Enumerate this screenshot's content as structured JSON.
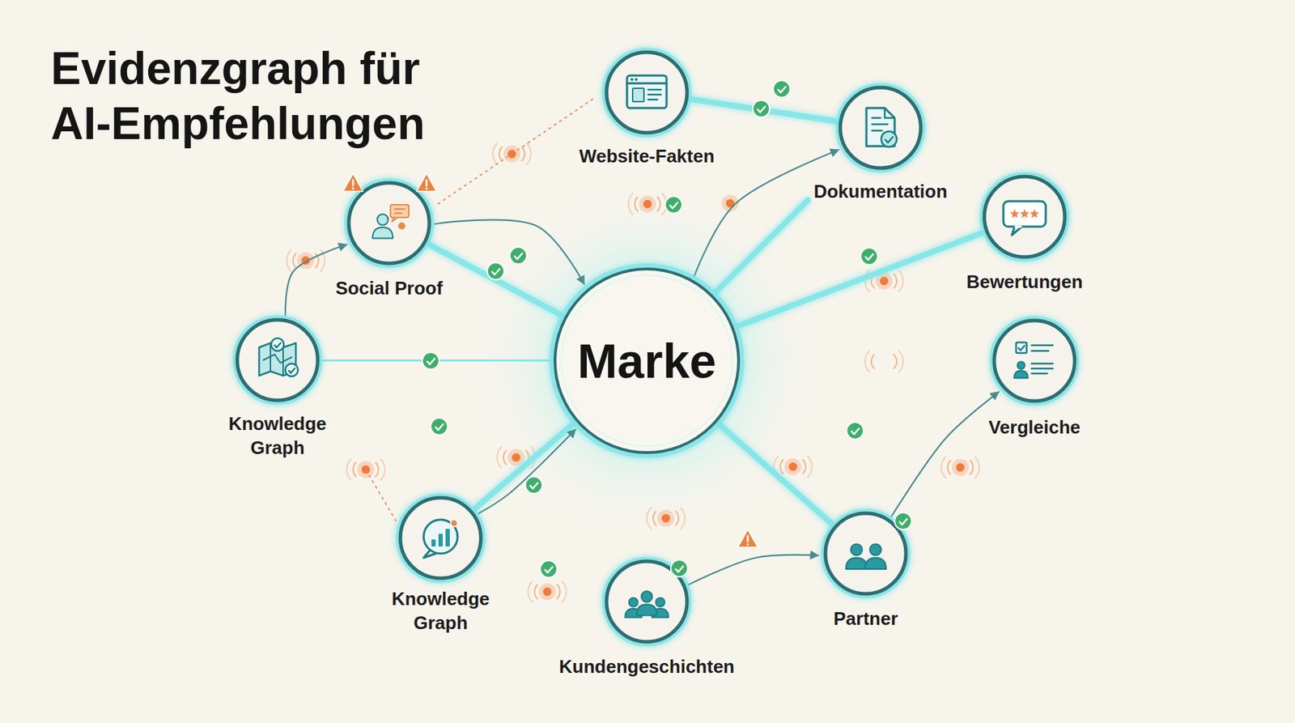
{
  "diagram": {
    "title": "Evidenzgraph für AI-Empfehlungen",
    "nodes": [
      {
        "text": [
          "Marke"
        ]
      },
      {
        "text": [
          "Website-Fakten"
        ]
      },
      {
        "text": [
          "Dokumentation"
        ]
      },
      {
        "text": [
          "Social Proof"
        ]
      },
      {
        "text": [
          "Bewertungen"
        ]
      },
      {
        "text": [
          "Knowledge Graph"
        ]
      },
      {
        "text": [
          "Vergleiche"
        ]
      },
      {
        "text": [
          "Knowledge Graph"
        ]
      },
      {
        "text": [
          "Partner"
        ]
      },
      {
        "text": [
          "Kundengeschichten"
        ]
      }
    ],
    "edges": [
      {
        "from": 0,
        "to": 1,
        "arrow": "none"
      },
      {
        "from": 0,
        "to": 2,
        "arrow": "none"
      },
      {
        "from": 0,
        "to": 3,
        "arrow": "none"
      },
      {
        "from": 0,
        "to": 4,
        "arrow": "none"
      },
      {
        "from": 0,
        "to": 5,
        "arrow": "none"
      },
      {
        "from": 0,
        "to": 6,
        "arrow": "none"
      },
      {
        "from": 0,
        "to": 7,
        "arrow": "none"
      },
      {
        "from": 0,
        "to": 8,
        "arrow": "none"
      },
      {
        "from": 0,
        "to": 9,
        "arrow": "none"
      },
      {
        "from": 1,
        "to": 2,
        "arrow": "none"
      },
      {
        "from": 3,
        "to": 0,
        "arrow": "to"
      },
      {
        "from": 5,
        "to": 3,
        "arrow": "to"
      },
      {
        "from": 0,
        "to": 2,
        "arrow": "to"
      },
      {
        "from": 9,
        "to": 8,
        "arrow": "to"
      },
      {
        "from": 8,
        "to": 6,
        "arrow": "to"
      },
      {
        "from": 7,
        "to": 0,
        "arrow": "to"
      }
    ]
  }
}
